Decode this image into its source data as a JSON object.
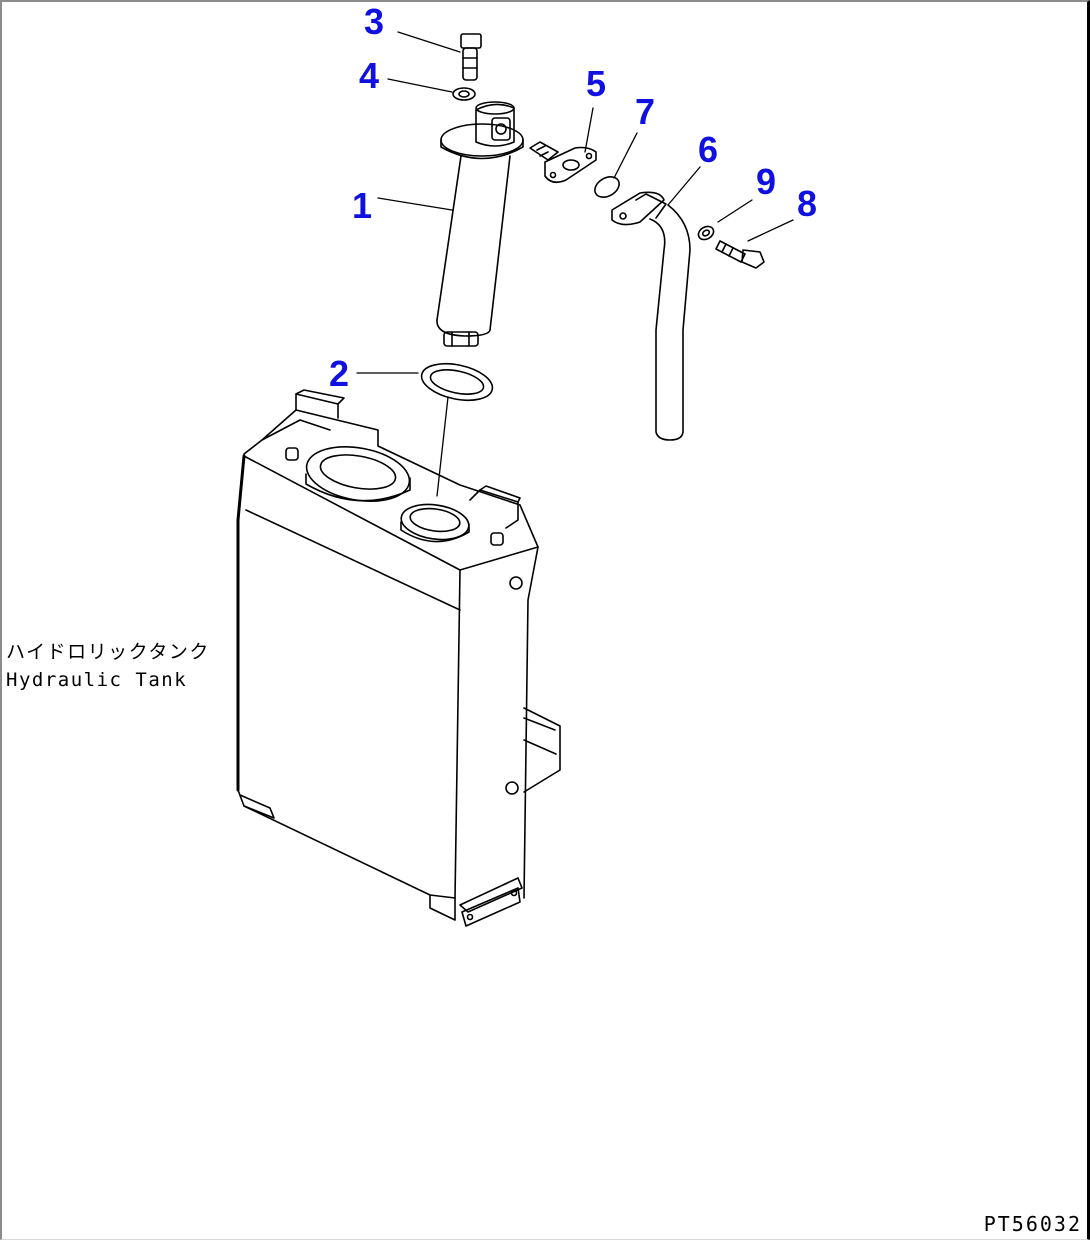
{
  "diagram": {
    "type": "exploded-parts-drawing",
    "figure_id": "PT56032",
    "assembly_label": {
      "japanese": "ハイドロリックタンク",
      "english": "Hydraulic Tank"
    },
    "callout_color": "#1010e0",
    "callouts": [
      {
        "number": "1",
        "part": "filter-housing"
      },
      {
        "number": "2",
        "part": "gasket"
      },
      {
        "number": "3",
        "part": "bolt"
      },
      {
        "number": "4",
        "part": "washer"
      },
      {
        "number": "5",
        "part": "flange-elbow"
      },
      {
        "number": "6",
        "part": "tube"
      },
      {
        "number": "7",
        "part": "o-ring"
      },
      {
        "number": "8",
        "part": "bolt"
      },
      {
        "number": "9",
        "part": "washer"
      }
    ]
  }
}
